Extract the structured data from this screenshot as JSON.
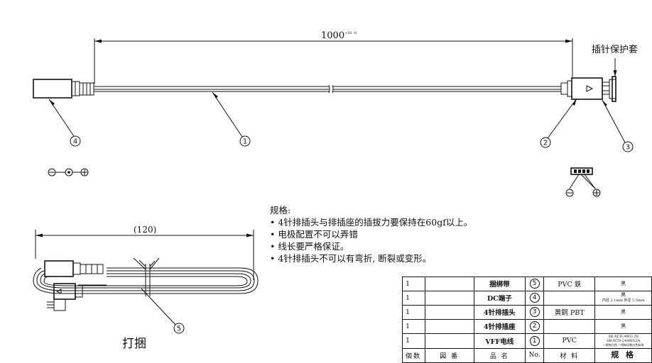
{
  "dimensions": {
    "length": "1000",
    "tolerance": "+50 -0",
    "bundle_length": "(120)"
  },
  "labels": {
    "pin_cover": "插针保护套",
    "bundle": "打捆"
  },
  "balloons": [
    "1",
    "2",
    "3",
    "4",
    "5"
  ],
  "spec": {
    "title": "规格:",
    "items": [
      "• 4针排插头与排插座的插拔力要保持在60gf以上。",
      "• 电极配置不可以弄错",
      "• 线长要严格保证。",
      "• 4针排插头不可以有弯折, 断裂或变形。"
    ]
  },
  "bom": {
    "rows": [
      {
        "qty": "1",
        "drawing": "",
        "name": "捆绑带",
        "no": "5",
        "material": "PVC 鉄",
        "spec": [
          "黒"
        ]
      },
      {
        "qty": "1",
        "drawing": "",
        "name": "DC端子",
        "no": "4",
        "material": "",
        "spec": [
          "黒",
          "内径 2.1mm 外径 5.5mm"
        ]
      },
      {
        "qty": "1",
        "drawing": "",
        "name": "4针排插头",
        "no": "3",
        "material": "黄銅 PBT",
        "spec": [
          "黒"
        ]
      },
      {
        "qty": "1",
        "drawing": "",
        "name": "4针排插座",
        "no": "2",
        "material": "",
        "spec": [
          "黒"
        ]
      },
      {
        "qty": "1",
        "drawing": "",
        "name": "VFF电线",
        "no": "1",
        "material": "PVC",
        "spec": [
          "SB-XCD-AWG 20",
          "SB-XCD-24AWG24",
          "一侧有白色 一侧有印刷白色标线"
        ]
      }
    ],
    "header": {
      "qty": "個数",
      "drawing": "図 番",
      "name": "品 名",
      "no": "No.",
      "material": "材 料",
      "spec": "规 格"
    }
  }
}
